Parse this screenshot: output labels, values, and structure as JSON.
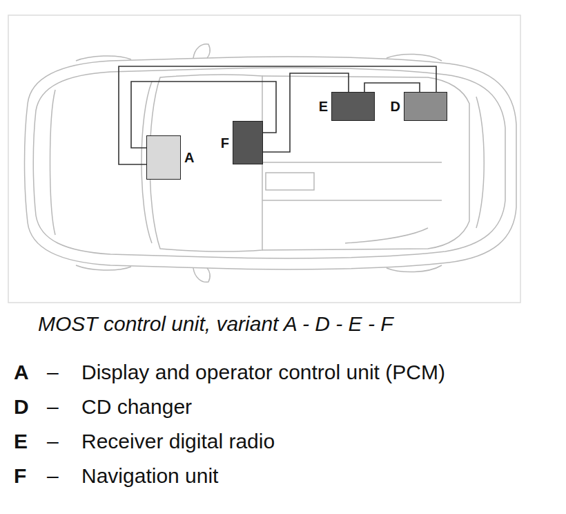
{
  "diagram": {
    "caption": "MOST control unit, variant A - D - E - F",
    "nodes": [
      {
        "text": [
          "A"
        ]
      },
      {
        "text": [
          "F"
        ]
      },
      {
        "text": [
          "E"
        ]
      },
      {
        "text": [
          "D"
        ]
      }
    ],
    "edges": [
      {
        "from": 0,
        "to": 1,
        "arrow": "none"
      },
      {
        "from": 1,
        "to": 2,
        "arrow": "none"
      },
      {
        "from": 2,
        "to": 3,
        "arrow": "none"
      },
      {
        "from": 0,
        "to": 3,
        "arrow": "none"
      }
    ],
    "labels": [
      "A",
      "–",
      "Display and operator control unit (PCM)",
      "D",
      "–",
      "CD changer",
      "E",
      "–",
      "Receiver digital radio",
      "F",
      "–",
      "Navigation unit"
    ]
  }
}
